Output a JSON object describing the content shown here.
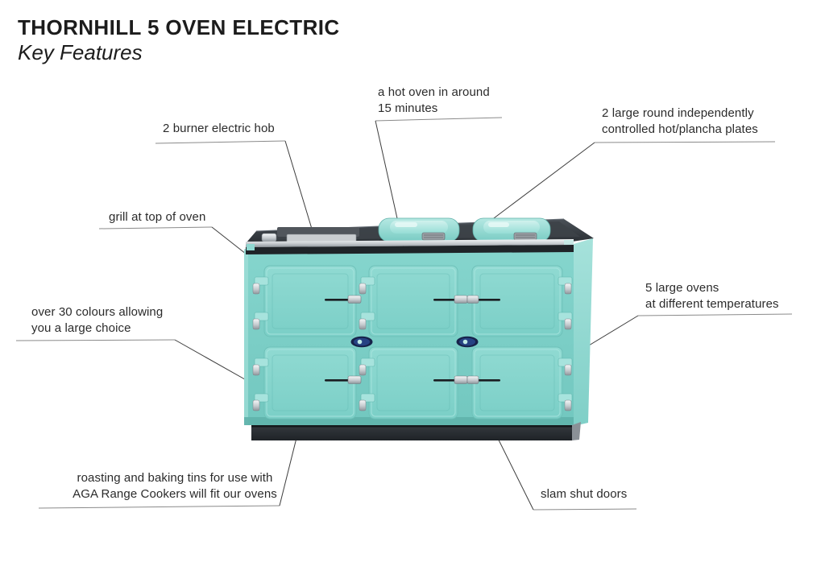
{
  "header": {
    "title": "THORNHILL 5 OVEN ELECTRIC",
    "subtitle": "Key Features"
  },
  "annotations": [
    {
      "id": "hot-oven",
      "text": "a hot oven in around\n15 minutes"
    },
    {
      "id": "electric-hob",
      "text": "2 burner electric hob"
    },
    {
      "id": "plancha-plates",
      "text": "2 large round independently\ncontrolled hot/plancha plates"
    },
    {
      "id": "grill",
      "text": "grill at top of oven"
    },
    {
      "id": "colours",
      "text": "over 30 colours allowing\nyou a large choice"
    },
    {
      "id": "five-ovens",
      "text": "5 large ovens\nat different temperatures"
    },
    {
      "id": "roasting-tins",
      "text": "roasting and baking tins for use with\nAGA Range Cookers will fit our ovens"
    },
    {
      "id": "slam-doors",
      "text": "slam shut doors"
    }
  ],
  "colors": {
    "enamel_teal": "#7ed1c9",
    "hob_charcoal": "#33383d",
    "chrome": "#d8dcdf",
    "badge_navy": "#1c2a50",
    "leader_line": "#3d3d3d",
    "text": "#2b2b2b"
  }
}
